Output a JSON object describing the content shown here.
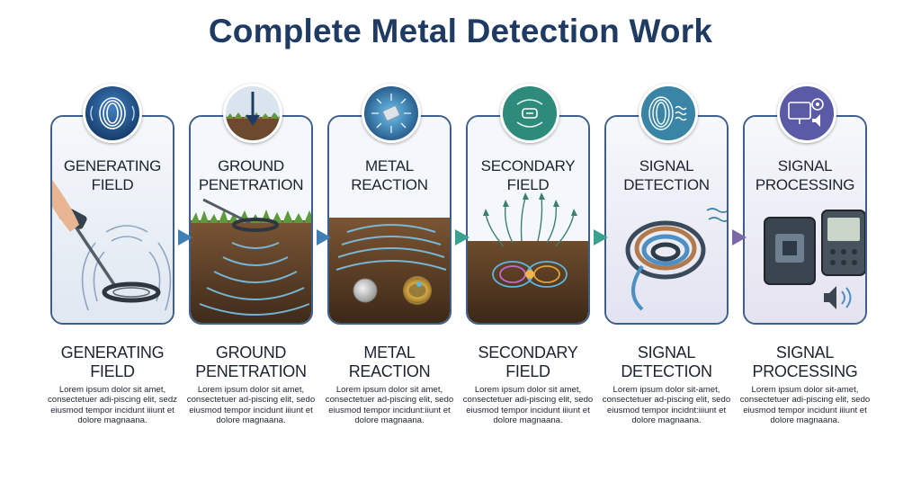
{
  "page": {
    "title": "Complete Metal Detection Work"
  },
  "colors": {
    "title": "#1f3b63",
    "card_border": "#3e5f8a",
    "arrow_blue": "#3f7fb5",
    "arrow_teal": "#39a38f",
    "arrow_purple": "#7c6aa8",
    "soil": "#6b4a2e",
    "grass": "#5d9a3a"
  },
  "steps": [
    {
      "key": "generating-field",
      "icon": "coil-field-icon",
      "card_title": "GENERATING FIELD",
      "title": "GENERATING FIELD",
      "description": "Lorem ipsum dolor sit amet, consectetuer adi-piscing elit, sedz eiusmod tempor incidunt iiiunt et dolore magnaana."
    },
    {
      "key": "ground-penetration",
      "icon": "ground-arrow-icon",
      "card_title": "GROUND PENETRATION",
      "title": "GROUND PENETRATION",
      "description": "Lorem ipsum dolor sit amet, consectetuer ad-piscing elit, sedo eiusmod tempor incidunt iiiunt et dolore magnaana."
    },
    {
      "key": "metal-reaction",
      "icon": "metal-spark-icon",
      "card_title": "METAL REACTION",
      "title": "METAL REACTION",
      "description": "Lorem ipsum dolor sit amet, consectetuer ad-piscing elit, sedo eiusmod tempor incidunt:iiunt et dolore magnaana."
    },
    {
      "key": "secondary-field",
      "icon": "secondary-field-icon",
      "card_title": "SECONDARY FIELD",
      "title": "SECONDARY FIELD",
      "description": "Lorem ipsum dolor sit amet, consectetuer adi-piscing elit, sedo eiusmod tempor incidunt iiiunt et dolore magnaana."
    },
    {
      "key": "signal-detection",
      "icon": "coil-wave-icon",
      "card_title": "SIGNAL DETECTION",
      "title": "SIGNAL DETECTION",
      "description": "Lorem ipsum dolor sit-amet, consectetuer ad-piscing elit, sedo eiusmod tempor incidnt:iiiunt et dolore magnaana."
    },
    {
      "key": "signal-processing",
      "icon": "monitor-gear-icon",
      "card_title": "SIGNAL PROCESSING",
      "title": "SIGNAL PROCESSING",
      "description": "Lorem ipsum dolor sit-amet, consectetuer adi-piscing elit, sedo eiusmod tempor incidunt iiiunt et dolore magnaana."
    }
  ]
}
